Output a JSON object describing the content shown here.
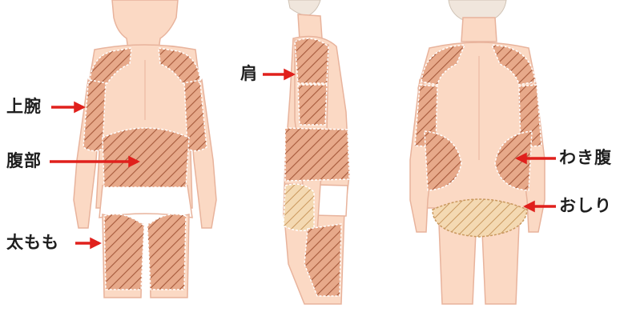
{
  "labels": {
    "upper_arm": "上腕",
    "belly": "腹部",
    "thigh": "太もも",
    "shoulder": "肩",
    "flank": "わき腹",
    "buttocks": "おしり"
  },
  "colors": {
    "skin": "#fbd9c4",
    "skin_line": "#e8b39c",
    "zone_fill": "#e7a98a",
    "zone_hatch": "#a65a3c",
    "zone_light": "#f4d9b2",
    "zone_light_hatch": "#c9985e",
    "arrow": "#e0201c",
    "hair": "#f0e6dc"
  }
}
